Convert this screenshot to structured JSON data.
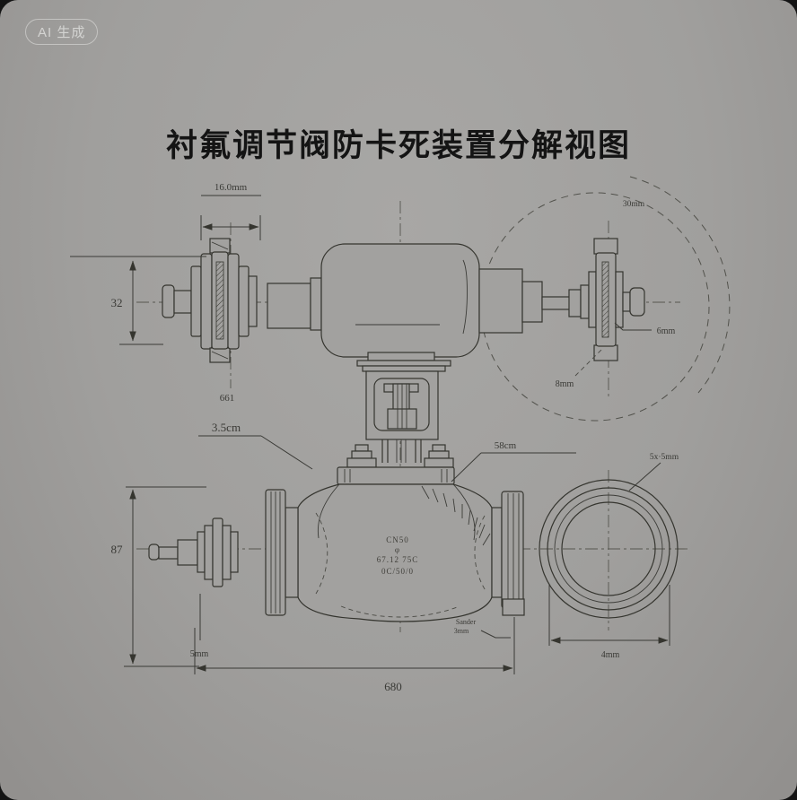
{
  "badge": {
    "label": "AI 生成"
  },
  "title": "衬氟调节阀防卡死装置分解视图",
  "colors": {
    "canvas": "#a09f9d",
    "line": "#35352f",
    "title_text": "#141414",
    "badge_text": "#d4d4d2",
    "dashed_construction": "#52524c"
  },
  "drawing": {
    "labels": {
      "dim_top_width": "16.0mm",
      "dim_upper_height": "32",
      "part_number": "661",
      "dim_stem": "3.5cm",
      "dim_circle_radius": "30mm",
      "dim_wheel_shaft": "6mm",
      "dim_wheel_lower": "8mm",
      "dim_bonnet": "58cm",
      "dim_bolt_holes": "5x·5mm",
      "dim_body_height": "87",
      "dim_port": "5mm",
      "dim_total_width": "680",
      "dim_flange_bore": "4mm",
      "note_line1": "Sander",
      "note_line2": "3mm",
      "body_mark_line1": "CN50",
      "body_mark_line2": "φ",
      "body_mark_line3": "67.12 75C",
      "body_mark_line4": "0C/50/0"
    }
  }
}
